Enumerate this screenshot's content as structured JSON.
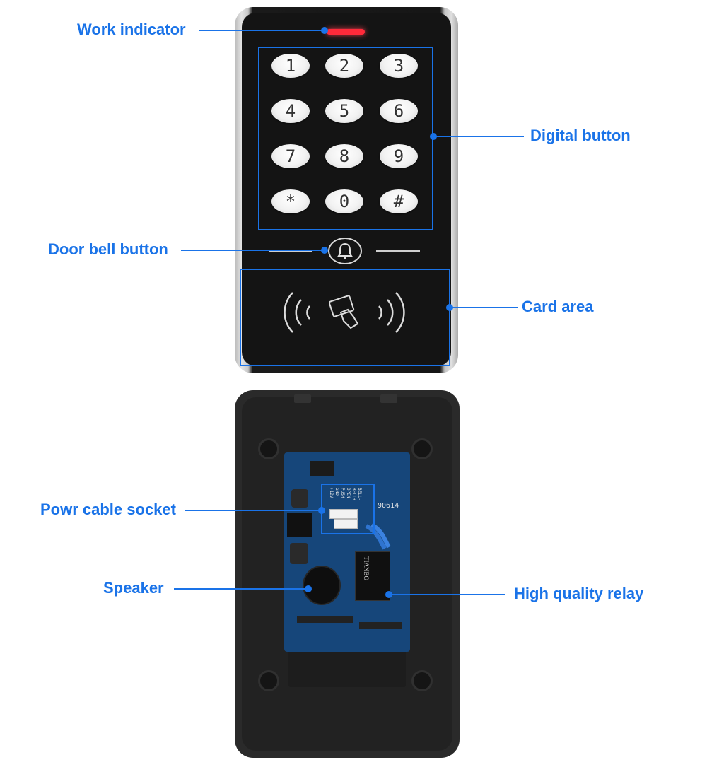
{
  "labels": {
    "work_indicator": "Work indicator",
    "digital_button": "Digital button",
    "door_bell_button": "Door bell button",
    "card_area": "Card area",
    "power_cable_socket": "Powr cable socket",
    "speaker": "Speaker",
    "high_quality_relay": "High quality relay"
  },
  "keypad": {
    "keys": [
      "1",
      "2",
      "3",
      "4",
      "5",
      "6",
      "7",
      "8",
      "9",
      "*",
      "0",
      "#"
    ]
  },
  "pcb": {
    "silkscreen": "90614",
    "relay_brand": "TIANBO",
    "connector_pins": [
      "+12V",
      "GND",
      "PUSH",
      "OPEN",
      "BELL+",
      "BELL-"
    ]
  },
  "colors": {
    "accent": "#1a73e8",
    "indicator": "#ff2a3a",
    "pcb": "#16467a"
  }
}
